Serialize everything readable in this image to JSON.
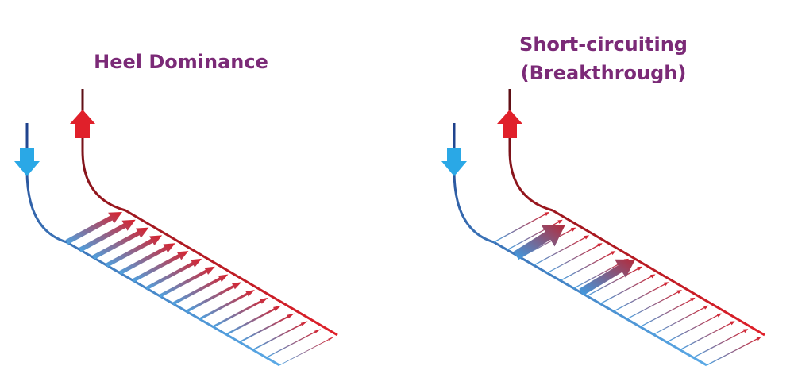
{
  "panels": [
    {
      "id": "heel-dominance",
      "title": "Heel Dominance"
    },
    {
      "id": "short-circuiting",
      "title_line1": "Short-circuiting",
      "title_line2": "(Breakthrough)"
    }
  ],
  "colors": {
    "title": "#7b2a77",
    "injector": "#2aa8e6",
    "producer": "#e0202a",
    "injector_line": "#3a7fc0",
    "producer_line": "#b01a22"
  },
  "icons": {
    "injection_arrow": "down-arrow-icon",
    "production_arrow": "up-arrow-icon"
  }
}
